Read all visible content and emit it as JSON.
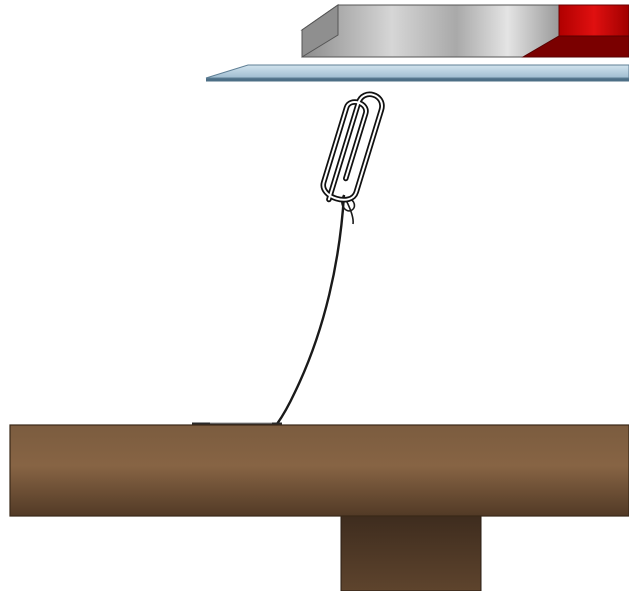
{
  "scene": {
    "objects": [
      "bar-magnet",
      "glass-plate",
      "paper-clip",
      "thread",
      "table"
    ],
    "colors": {
      "magnet_silver": "#b8b8b8",
      "magnet_red": "#cc0000",
      "glass": "#b9d3e3",
      "table_top": "#7b5c3f",
      "table_leg": "#4a3525",
      "thread": "#1a1a1a"
    }
  }
}
